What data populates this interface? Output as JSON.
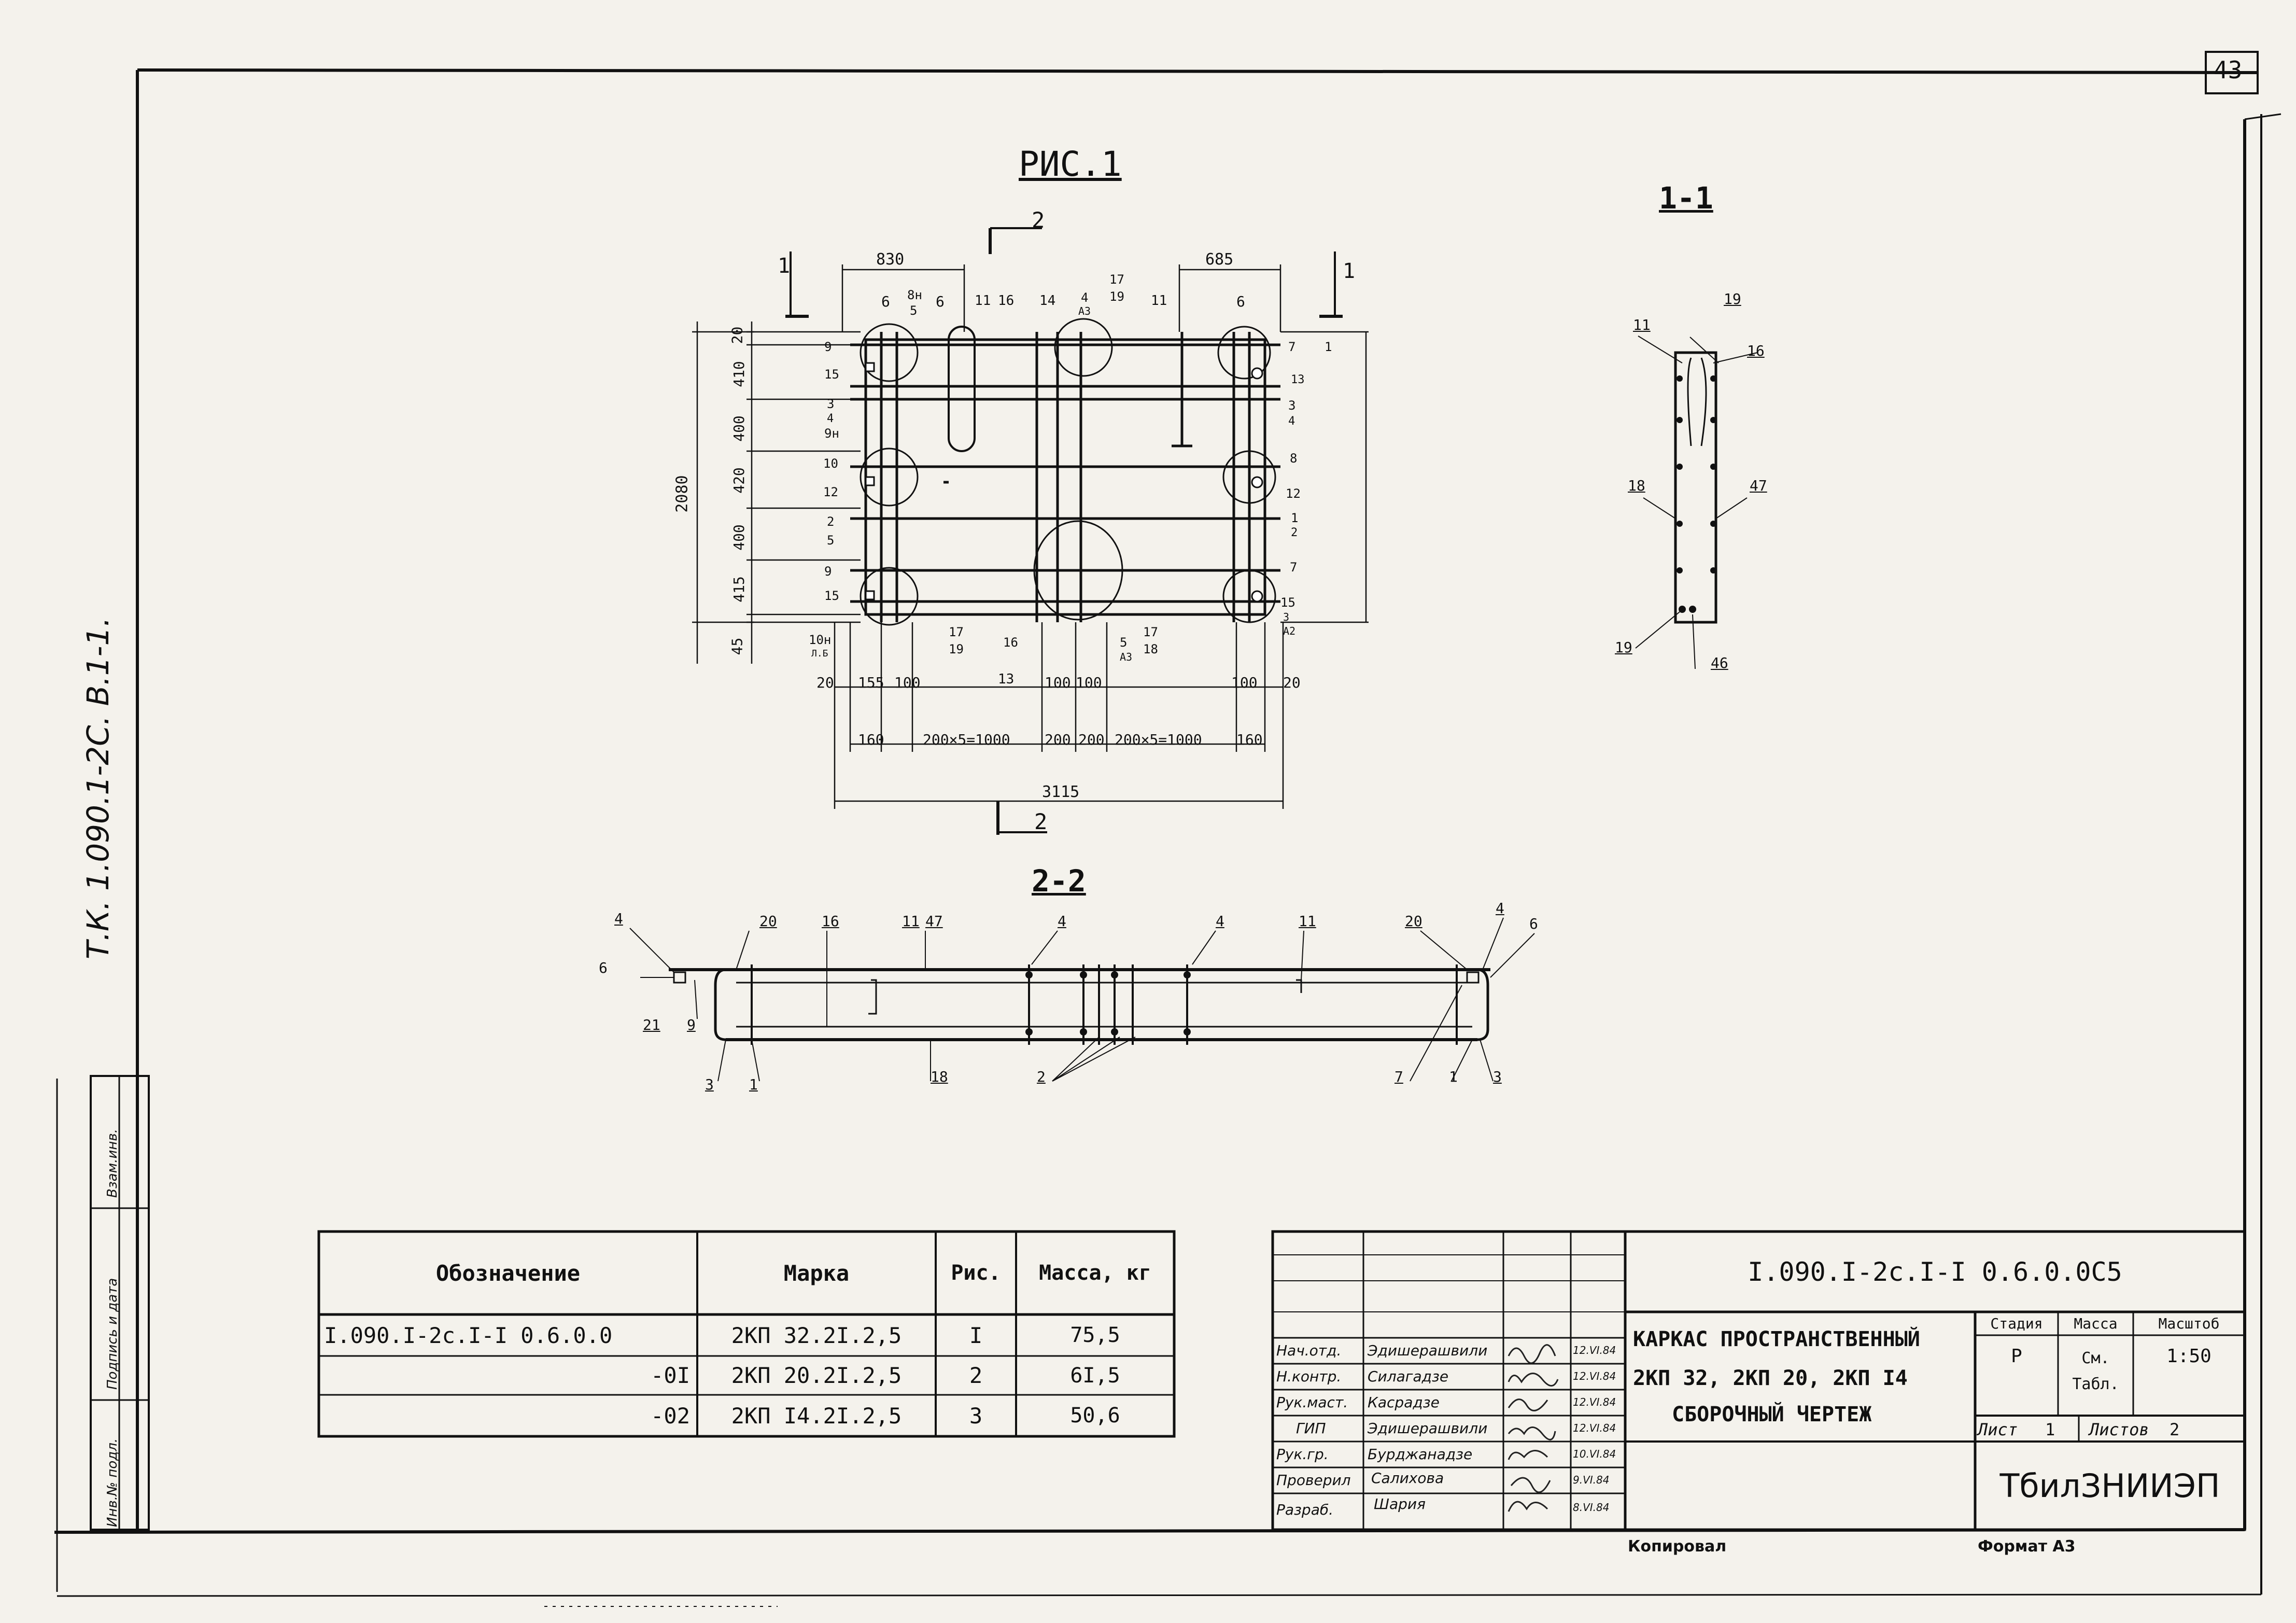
{
  "page_number": "43",
  "side_label": "Т.К. 1.090.1-2С. В.1-1.",
  "stamp_column": [
    "Инв.№ подл.",
    "Подпись и дата",
    "Взам.инв."
  ],
  "figure_title": "РИС.1",
  "section_11_title": "1-1",
  "section_22_title": "2-2",
  "section_marks": {
    "one": "1",
    "two": "2"
  },
  "plan": {
    "dims_top": [
      "830",
      "685"
    ],
    "dims_left": [
      "20",
      "410",
      "400",
      "420",
      "400",
      "415",
      "45"
    ],
    "dim_total_height": "2080",
    "dims_bottom_row1": [
      "20",
      "155",
      "100",
      "100",
      "100",
      "100",
      "20"
    ],
    "dims_bottom_row2": [
      "160",
      "200×5=1000",
      "200",
      "200",
      "200×5=1000",
      "160"
    ],
    "dim_total_width": "3115",
    "pos_top": [
      "6",
      "8н",
      "5",
      "6",
      "11",
      "16",
      "14",
      "4",
      "А3",
      "17",
      "19",
      "11",
      "6",
      "7",
      "1"
    ],
    "pos_left": [
      "9",
      "15",
      "3",
      "4",
      "9н",
      "10",
      "12",
      "2",
      "5",
      "9",
      "15",
      "10н",
      "Л.Б"
    ],
    "pos_right": [
      "13",
      "3",
      "4",
      "8",
      "12",
      "1",
      "2",
      "7",
      "15",
      "3",
      "А2"
    ],
    "pos_bottom": [
      "17",
      "19",
      "16",
      "13",
      "5",
      "А3",
      "17",
      "18"
    ]
  },
  "section11_positions": [
    "11",
    "19",
    "16",
    "18",
    "47",
    "19",
    "46"
  ],
  "section22_positions": [
    "4",
    "20",
    "16",
    "11",
    "47",
    "4",
    "4",
    "11",
    "20",
    "4",
    "6",
    "6",
    "21",
    "9",
    "3",
    "1",
    "18",
    "2",
    "7",
    "1",
    "3"
  ],
  "spec_table": {
    "headers": [
      "Обозначение",
      "Марка",
      "Рис.",
      "Масса, кг"
    ],
    "rows": [
      [
        "I.090.I-2с.I-I 0.6.0.0",
        "2КП 32.2I.2,5",
        "I",
        "75,5"
      ],
      [
        "-0I",
        "2КП 20.2I.2,5",
        "2",
        "6I,5"
      ],
      [
        "-02",
        "2КП I4.2I.2,5",
        "3",
        "50,6"
      ]
    ]
  },
  "title_block": {
    "doc_code": "I.090.I-2с.I-I 0.6.0.0С5",
    "title_line1": "КАРКАС ПРОСТРАНСТВЕННЫЙ",
    "title_line2": "2КП 32,  2КП 20,  2КП I4",
    "title_line3": "СБОРОЧНЫЙ  ЧЕРТЕЖ",
    "col_stage": "Стадия",
    "col_mass": "Масса",
    "col_scale": "Масштоб",
    "stage_value": "Р",
    "mass_value": "См. Табл.",
    "scale_value": "1:50",
    "sheet_label": "Лист",
    "sheet_value": "1",
    "sheets_label": "Листов",
    "sheets_value": "2",
    "org": "ТбилЗНИИЭП",
    "signatures": [
      {
        "role": "Нач.отд.",
        "name": "Эдишерашвили",
        "date": "12.VI.84"
      },
      {
        "role": "Н.контр.",
        "name": "Силагадзе",
        "date": "12.VI.84"
      },
      {
        "role": "Рук.маст.",
        "name": "Касрадзе",
        "date": "12.VI.84"
      },
      {
        "role": "ГИП",
        "name": "Эдишерашвили",
        "date": "12.VI.84"
      },
      {
        "role": "Рук.гр.",
        "name": "Бурджанадзе",
        "date": "10.VI.84"
      },
      {
        "role": "Проверил",
        "name": "Салихова",
        "date": "9.VI.84"
      },
      {
        "role": "Разраб.",
        "name": "Шария",
        "date": "8.VI.84"
      }
    ],
    "copied": "Копировал",
    "format": "Формат А3"
  }
}
